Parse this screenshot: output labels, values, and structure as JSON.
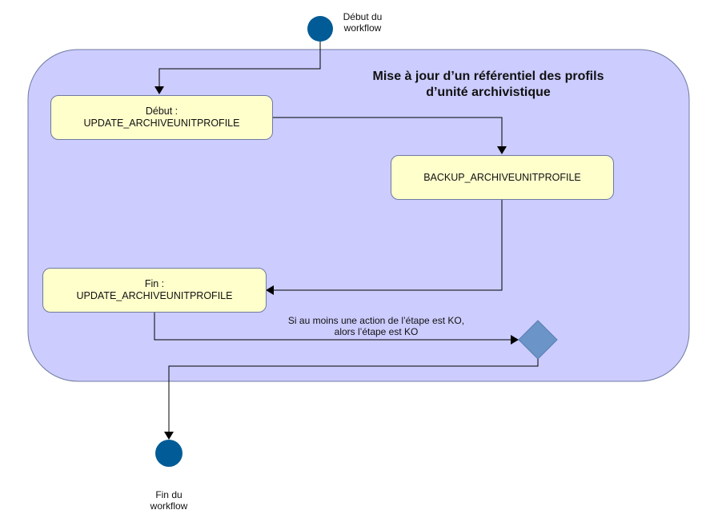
{
  "diagram": {
    "title_line1": "Mise à jour d’un référentiel des profils",
    "title_line2": "d’unité archivistique",
    "start": {
      "label_line1": "Début du",
      "label_line2": "workflow"
    },
    "end": {
      "label_line1": "Fin du",
      "label_line2": "workflow"
    },
    "steps": [
      {
        "line1": "Début :",
        "line2": "UPDATE_ARCHIVEUNITPROFILE"
      },
      {
        "line1": "",
        "line2": "BACKUP_ARCHIVEUNITPROFILE"
      },
      {
        "line1": "Fin :",
        "line2": "UPDATE_ARCHIVEUNITPROFILE"
      }
    ],
    "condition": {
      "line1": "Si au moins une action de l’étape est KO,",
      "line2": "alors l’étape est KO"
    },
    "colors": {
      "container_fill": "#ccccff",
      "container_stroke": "#6f7aa0",
      "step_fill": "#ffffcc",
      "node_fill": "#005b96",
      "decision_fill": "#6b94c8"
    }
  }
}
